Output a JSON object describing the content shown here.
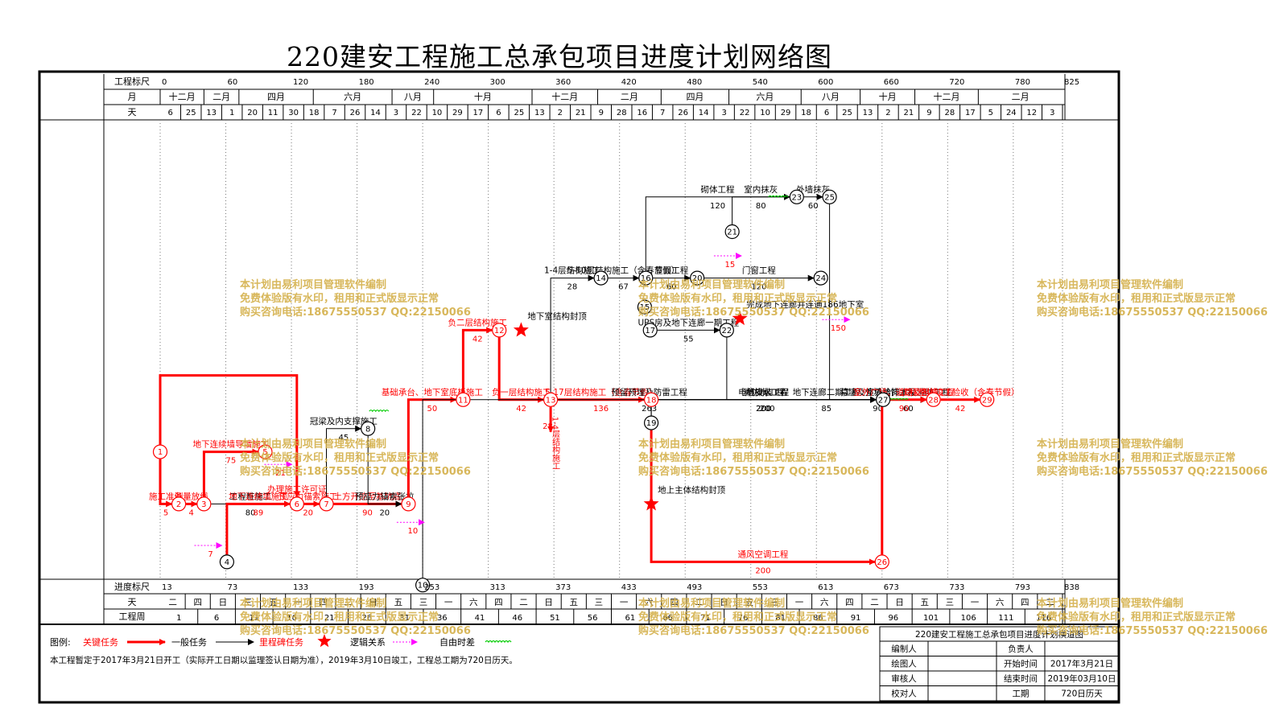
{
  "title": "220建安工程施工总承包项目进度计划网络图",
  "colors": {
    "critical": "#ff0000",
    "normal": "#000000",
    "logic": "#ff00ff",
    "float": "#00cc00",
    "watermark": "#d4b04a",
    "border": "#000000"
  },
  "header": {
    "row_labels": {
      "scale": "工程标尺",
      "month": "月",
      "day": "天"
    },
    "scale": [
      {
        "v": "0",
        "d": 0
      },
      {
        "v": "60",
        "d": 60
      },
      {
        "v": "120",
        "d": 120
      },
      {
        "v": "180",
        "d": 180
      },
      {
        "v": "240",
        "d": 240
      },
      {
        "v": "300",
        "d": 300
      },
      {
        "v": "360",
        "d": 360
      },
      {
        "v": "420",
        "d": 420
      },
      {
        "v": "480",
        "d": 480
      },
      {
        "v": "540",
        "d": 540
      },
      {
        "v": "600",
        "d": 600
      },
      {
        "v": "660",
        "d": 660
      },
      {
        "v": "720",
        "d": 720
      },
      {
        "v": "780",
        "d": 780
      },
      {
        "v": "825",
        "d": 825
      }
    ],
    "months": [
      {
        "label": "十二月",
        "d1": 0,
        "d2": 40
      },
      {
        "label": "二月",
        "d1": 40,
        "d2": 72
      },
      {
        "label": "四月",
        "d1": 72,
        "d2": 140
      },
      {
        "label": "六月",
        "d1": 140,
        "d2": 212
      },
      {
        "label": "八月",
        "d1": 212,
        "d2": 250
      },
      {
        "label": "十月",
        "d1": 250,
        "d2": 340
      },
      {
        "label": "十二月",
        "d1": 340,
        "d2": 400
      },
      {
        "label": "二月",
        "d1": 400,
        "d2": 458
      },
      {
        "label": "四月",
        "d1": 458,
        "d2": 520
      },
      {
        "label": "六月",
        "d1": 520,
        "d2": 586
      },
      {
        "label": "八月",
        "d1": 586,
        "d2": 640
      },
      {
        "label": "十月",
        "d1": 640,
        "d2": 690
      },
      {
        "label": "十二月",
        "d1": 690,
        "d2": 748
      },
      {
        "label": "二月",
        "d1": 748,
        "d2": 825
      }
    ],
    "days": [
      {
        "v": "6",
        "d": 40
      },
      {
        "v": "25",
        "d": 18
      },
      {
        "v": "13",
        "d": 24
      },
      {
        "v": "1",
        "d": 36
      },
      {
        "v": "20",
        "d": 44
      },
      {
        "v": "11",
        "d": 64
      },
      {
        "v": "30",
        "d": 82
      },
      {
        "v": "18",
        "d": 102
      },
      {
        "v": "7",
        "d": 125
      },
      {
        "v": "26",
        "d": 155
      },
      {
        "v": "14",
        "d": 172
      },
      {
        "v": "3",
        "d": 187
      },
      {
        "v": "22",
        "d": 214
      },
      {
        "v": "10",
        "d": 226
      },
      {
        "v": "29",
        "d": 238
      },
      {
        "v": "17",
        "d": 251
      },
      {
        "v": "6",
        "d": 262
      },
      {
        "v": "25",
        "d": 277
      },
      {
        "v": "13",
        "d": 296
      },
      {
        "v": "2",
        "d": 313
      },
      {
        "v": "21",
        "d": 329
      },
      {
        "v": "9",
        "d": 344
      },
      {
        "v": "28",
        "d": 354
      },
      {
        "v": "16",
        "d": 364
      },
      {
        "v": "7",
        "d": 372
      },
      {
        "v": "26",
        "d": 385
      },
      {
        "v": "14",
        "d": 397
      },
      {
        "v": "3",
        "d": 409
      },
      {
        "v": "22",
        "d": 423
      },
      {
        "v": "10",
        "d": 438
      },
      {
        "v": "29",
        "d": 450
      },
      {
        "v": "18",
        "d": 462
      },
      {
        "v": "6",
        "d": 475
      },
      {
        "v": "25",
        "d": 488
      },
      {
        "v": "13",
        "d": 502
      },
      {
        "v": "2",
        "d": 514
      },
      {
        "v": "21",
        "d": 527
      },
      {
        "v": "9",
        "d": 540
      },
      {
        "v": "28",
        "d": 552
      },
      {
        "v": "17",
        "d": 564
      },
      {
        "v": "5",
        "d": 578
      },
      {
        "v": "24",
        "d": 592
      },
      {
        "v": "12",
        "d": 605
      },
      {
        "v": "3",
        "d": 620
      }
    ]
  },
  "footer": {
    "row_labels": {
      "progress": "进度标尺",
      "day": "天",
      "week": "工程周"
    },
    "progress": [
      {
        "v": "13",
        "d": 0
      },
      {
        "v": "73",
        "d": 60
      },
      {
        "v": "133",
        "d": 120
      },
      {
        "v": "193",
        "d": 180
      },
      {
        "v": "253",
        "d": 240
      },
      {
        "v": "313",
        "d": 300
      },
      {
        "v": "373",
        "d": 360
      },
      {
        "v": "433",
        "d": 420
      },
      {
        "v": "493",
        "d": 480
      },
      {
        "v": "553",
        "d": 540
      },
      {
        "v": "613",
        "d": 600
      },
      {
        "v": "673",
        "d": 660
      },
      {
        "v": "733",
        "d": 720
      },
      {
        "v": "793",
        "d": 780
      },
      {
        "v": "838",
        "d": 825
      }
    ],
    "weekdays": [
      {
        "v": "二",
        "d": 2
      },
      {
        "v": "四",
        "d": 4
      },
      {
        "v": "日",
        "d": 7
      },
      {
        "v": "三",
        "d": 10
      },
      {
        "v": "五",
        "d": 12
      },
      {
        "v": "一",
        "d": 15
      },
      {
        "v": "四",
        "d": 18
      },
      {
        "v": "二",
        "d": 21
      },
      {
        "v": "日",
        "d": 24
      },
      {
        "v": "五",
        "d": 27
      },
      {
        "v": "三",
        "d": 30
      },
      {
        "v": "一",
        "d": 33
      },
      {
        "v": "六",
        "d": 36
      },
      {
        "v": "四",
        "d": 39
      },
      {
        "v": "二",
        "d": 42
      },
      {
        "v": "日",
        "d": 45
      },
      {
        "v": "五",
        "d": 48
      },
      {
        "v": "三",
        "d": 51
      },
      {
        "v": "一",
        "d": 54
      },
      {
        "v": "六",
        "d": 57
      },
      {
        "v": "四",
        "d": 60
      },
      {
        "v": "二",
        "d": 63
      },
      {
        "v": "日",
        "d": 66
      },
      {
        "v": "五",
        "d": 69
      },
      {
        "v": "三",
        "d": 72
      },
      {
        "v": "一",
        "d": 75
      },
      {
        "v": "六",
        "d": 78
      },
      {
        "v": "四",
        "d": 81
      },
      {
        "v": "二",
        "d": 84
      },
      {
        "v": "日",
        "d": 87
      },
      {
        "v": "五",
        "d": 90
      },
      {
        "v": "三",
        "d": 93
      },
      {
        "v": "一",
        "d": 96
      },
      {
        "v": "六",
        "d": 99
      },
      {
        "v": "四",
        "d": 102
      },
      {
        "v": "二",
        "d": 105
      }
    ],
    "weeks": [
      {
        "v": "1",
        "d": 30
      },
      {
        "v": "6",
        "d": 66
      },
      {
        "v": "11",
        "d": 96
      },
      {
        "v": "16",
        "d": 126
      },
      {
        "v": "21",
        "d": 156
      },
      {
        "v": "26",
        "d": 186
      },
      {
        "v": "31",
        "d": 216
      },
      {
        "v": "36",
        "d": 246
      },
      {
        "v": "41",
        "d": 276
      },
      {
        "v": "46",
        "d": 306
      },
      {
        "v": "51",
        "d": 336
      },
      {
        "v": "56",
        "d": 366
      },
      {
        "v": "61",
        "d": 396
      },
      {
        "v": "66",
        "d": 426
      },
      {
        "v": "71",
        "d": 456
      },
      {
        "v": "76",
        "d": 486
      },
      {
        "v": "81",
        "d": 516
      },
      {
        "v": "86",
        "d": 546
      },
      {
        "v": "91",
        "d": 576
      },
      {
        "v": "96",
        "d": 606
      },
      {
        "v": "101",
        "d": 636
      },
      {
        "v": "106",
        "d": 666
      },
      {
        "v": "111",
        "d": 696
      },
      {
        "v": "116",
        "d": 726
      }
    ]
  },
  "nodes": [
    {
      "id": "1",
      "d": 0,
      "row": 5.3
    },
    {
      "id": "2",
      "d": 17,
      "row": 6.2
    },
    {
      "id": "3",
      "d": 40,
      "row": 6.2
    },
    {
      "id": "4",
      "d": 61,
      "row": 7.2
    },
    {
      "id": "5",
      "d": 96,
      "row": 5.3
    },
    {
      "id": "6",
      "d": 125,
      "row": 6.2
    },
    {
      "id": "7",
      "d": 152,
      "row": 6.2
    },
    {
      "id": "8",
      "d": 190,
      "row": 4.9
    },
    {
      "id": "9",
      "d": 227,
      "row": 6.2
    },
    {
      "id": "10",
      "d": 240,
      "row": 7.6
    },
    {
      "id": "11",
      "d": 277,
      "row": 4.4
    },
    {
      "id": "12",
      "d": 310,
      "row": 3.2
    },
    {
      "id": "13",
      "d": 357,
      "row": 4.4
    },
    {
      "id": "14",
      "d": 403,
      "row": 2.3
    },
    {
      "id": "15",
      "d": 443,
      "row": 2.8
    },
    {
      "id": "16",
      "d": 444,
      "row": 2.3
    },
    {
      "id": "17",
      "d": 448,
      "row": 3.2
    },
    {
      "id": "18",
      "d": 449,
      "row": 4.4
    },
    {
      "id": "19",
      "d": 449,
      "row": 4.8
    },
    {
      "id": "20",
      "d": 491,
      "row": 2.3
    },
    {
      "id": "21",
      "d": 523,
      "row": 1.5
    },
    {
      "id": "22",
      "d": 518,
      "row": 3.2
    },
    {
      "id": "23",
      "d": 582,
      "row": 0.9
    },
    {
      "id": "24",
      "d": 604,
      "row": 2.3
    },
    {
      "id": "25",
      "d": 612,
      "row": 0.9
    },
    {
      "id": "26",
      "d": 660,
      "row": 7.2
    },
    {
      "id": "27",
      "d": 661,
      "row": 4.4
    },
    {
      "id": "28",
      "d": 707,
      "row": 4.4
    },
    {
      "id": "29",
      "d": 756,
      "row": 4.4
    }
  ],
  "tasks": [
    {
      "name": "办理施工许可证",
      "dur": "105",
      "critical": true,
      "from": "1",
      "to": "6",
      "via": "top"
    },
    {
      "name": "施工准备",
      "dur": "5",
      "critical": true,
      "from": "1",
      "to": "2",
      "vertical": true
    },
    {
      "name": "测量放线",
      "dur": "4",
      "critical": true,
      "from": "2",
      "to": "3"
    },
    {
      "name": "地下连续墙导墙施工",
      "dur": "75",
      "critical": true,
      "from": "3",
      "to": "5"
    },
    {
      "name": "工程桩施工",
      "dur": "80",
      "critical": false,
      "from": "3",
      "to": "6"
    },
    {
      "name": "地下连续墙施工",
      "dur": "89",
      "critical": true,
      "from": "4",
      "to": "6"
    },
    {
      "name": "预应力锚索施工",
      "dur": "20",
      "critical": true,
      "from": "6",
      "to": "7",
      "vertical": true
    },
    {
      "name": "土方开挖至基坑底",
      "dur": "90",
      "critical": true,
      "from": "7",
      "to": "9"
    },
    {
      "name": "冠梁及内支撑施工",
      "dur": "45",
      "critical": false,
      "from": "7",
      "to": "8"
    },
    {
      "name": "预应力锚索张拉",
      "dur": "20",
      "critical": false,
      "from": "8",
      "to": "9"
    },
    {
      "name": "基础承台、地下室底板施工",
      "dur": "50",
      "critical": true,
      "from": "9",
      "to": "11"
    },
    {
      "name": "负二层结构施工",
      "dur": "42",
      "critical": true,
      "from": "11",
      "to": "12"
    },
    {
      "name": "负一层结构施工",
      "dur": "42",
      "critical": true,
      "from": "12",
      "to": "13"
    },
    {
      "name": "1-4层结构施工",
      "dur": "28",
      "critical": true,
      "from": "13",
      "to": "13",
      "vertical": true
    },
    {
      "name": "5-17层结构施工（含春节假）",
      "dur": "136",
      "critical": true,
      "from": "13",
      "to": "18"
    },
    {
      "name": "预留预埋及防雷工程",
      "dur": "263",
      "critical": false,
      "from": "10",
      "to": "27"
    },
    {
      "name": "1-4层结构施工",
      "dur": "28",
      "critical": false,
      "from": "13",
      "to": "14"
    },
    {
      "name": "5-10层结构施工（含春节假）",
      "dur": "67",
      "critical": false,
      "from": "14",
      "to": "16"
    },
    {
      "name": "屋面工程",
      "dur": "60",
      "critical": false,
      "from": "16",
      "to": "20"
    },
    {
      "name": "门窗工程",
      "dur": "120",
      "critical": false,
      "from": "20",
      "to": "24"
    },
    {
      "name": "室内抹灰",
      "dur": "80",
      "critical": false,
      "from": "21",
      "to": "23"
    },
    {
      "name": "砌体工程",
      "dur": "120",
      "critical": false,
      "from": "16",
      "to": "23"
    },
    {
      "name": "外墙抹灰",
      "dur": "60",
      "critical": false,
      "from": "23",
      "to": "25"
    },
    {
      "name": "幕墙及外墙装饰工程",
      "dur": "90",
      "critical": false,
      "from": "25",
      "to": "28"
    },
    {
      "name": "UPS房及地下连廊一期工程",
      "dur": "55",
      "critical": false,
      "from": "17",
      "to": "22"
    },
    {
      "name": "地下连廊二期工程",
      "dur": "85",
      "critical": false,
      "from": "22",
      "to": "28"
    },
    {
      "name": "给排水工程",
      "dur": "200",
      "critical": false,
      "from": "18",
      "to": "27"
    },
    {
      "name": "消防水工程",
      "dur": "200",
      "critical": false,
      "from": "19",
      "to": "27"
    },
    {
      "name": "电气安装工程",
      "dur": "200",
      "critical": false,
      "from": "19",
      "to": "27"
    },
    {
      "name": "通风空调工程",
      "dur": "200",
      "critical": true,
      "from": "19",
      "to": "26"
    },
    {
      "name": "室外给排水及消防工程",
      "dur": "60",
      "critical": false,
      "from": "27",
      "to": "28"
    },
    {
      "name": "室外广场、道路及围墙工程",
      "dur": "90",
      "critical": true,
      "from": "26",
      "to": "28"
    },
    {
      "name": "工程整体竣工验收（含春节假）",
      "dur": "42",
      "critical": true,
      "from": "28",
      "to": "29"
    }
  ],
  "milestones": [
    {
      "name": "地下室结构封顶",
      "d": 330,
      "row": 3.2
    },
    {
      "name": "地上主体结构封顶",
      "d": 449,
      "row": 6.2
    },
    {
      "name": "完成地下连廊并连通186地下室",
      "d": 530,
      "row": 3.0
    }
  ],
  "logic_labels": [
    {
      "v": "21",
      "d": 110,
      "row": 5.6
    },
    {
      "v": "7",
      "d": 46,
      "row": 7.0
    },
    {
      "v": "10",
      "d": 231,
      "row": 6.6
    },
    {
      "v": "15",
      "d": 521,
      "row": 2.0
    },
    {
      "v": "150",
      "d": 620,
      "row": 3.1
    }
  ],
  "float_marks": [
    {
      "d": 200,
      "row": 4.6
    },
    {
      "d": 565,
      "row": 0.9
    },
    {
      "d": 675,
      "row": 4.4
    }
  ],
  "watermark": [
    "本计划由易利项目管理软件编制",
    "免费体验版有水印，租用和正式版显示正常",
    "购买咨询电话:18675550537 QQ:22150066"
  ],
  "legend": {
    "label": "图例:",
    "critical": "关键任务",
    "normal": "一般任务",
    "milestone": "里程碑任务",
    "logic": "逻辑关系",
    "float": "自由时差"
  },
  "note": "本工程暂定于2017年3月21日开工（实际开工日期以监理签认日期为准），2019年3月10日竣工，工程总工期为720日历天。",
  "info_table": {
    "title": "220建安工程施工总承包项目进度计划横道图",
    "rows": [
      {
        "l1": "编制人",
        "v1": "",
        "l2": "负责人",
        "v2": ""
      },
      {
        "l1": "绘图人",
        "v1": "",
        "l2": "开始时间",
        "v2": "2017年3月21日"
      },
      {
        "l1": "审核人",
        "v1": "",
        "l2": "结束时间",
        "v2": "2019年03月10日"
      },
      {
        "l1": "校对人",
        "v1": "",
        "l2": "工期",
        "v2": "720日历天"
      }
    ]
  }
}
